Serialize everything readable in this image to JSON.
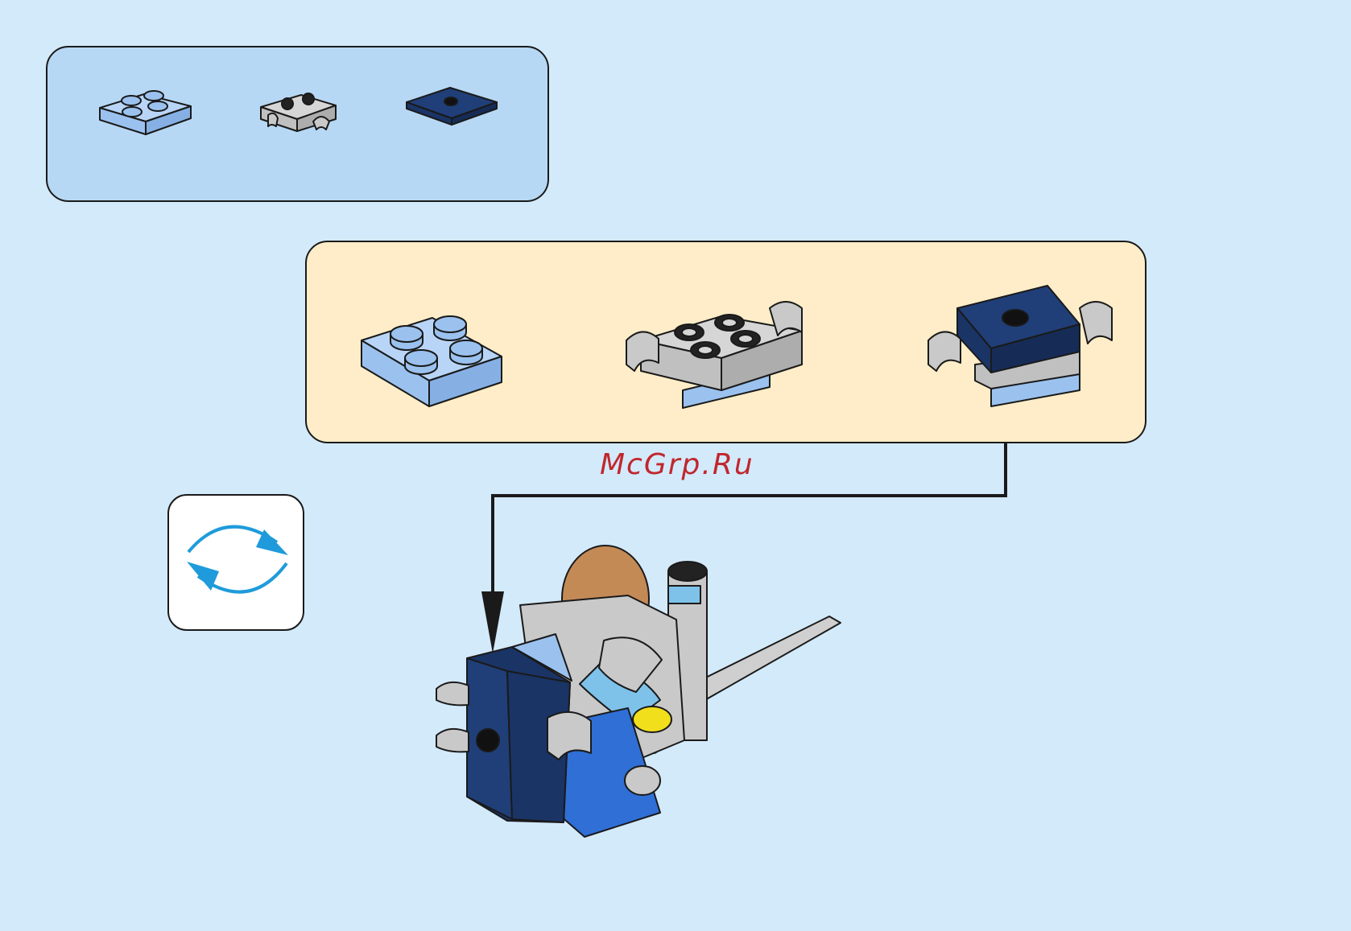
{
  "watermark": "McGrp.Ru",
  "parts_list": {
    "items": [
      {
        "part": "plate-2x2",
        "color": "#9bc2ef",
        "qty_visible": false
      },
      {
        "part": "plate-with-clips",
        "color": "#c9c9c9"
      },
      {
        "part": "tile-2x2-jumper",
        "color": "#1f3f7a"
      }
    ]
  },
  "substeps": [
    {
      "part": "plate-2x2",
      "color": "#9bc2ef"
    },
    {
      "part": "plate-with-clips",
      "color": "#c9c9c9"
    },
    {
      "part": "tile-2x2-jumper",
      "color": "#1f3f7a"
    }
  ],
  "rotate_icon": "rotate-icon",
  "arrow_color": "#1a1a1a",
  "rotate_color": "#1f9bdb"
}
